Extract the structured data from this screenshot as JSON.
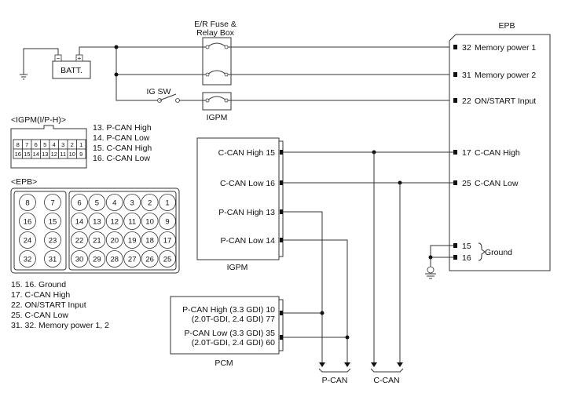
{
  "labels": {
    "fuse_box": [
      "E/R Fuse &",
      "Relay Box"
    ],
    "epb": "EPB",
    "batt": "BATT.",
    "ig_sw": "IG SW",
    "igpm": "IGPM",
    "igpm_module": "IGPM",
    "pcm": "PCM",
    "ground": "Ground",
    "pcan_bus": "P-CAN",
    "ccan_bus": "C-CAN",
    "minus": "−",
    "plus": "+"
  },
  "epb_pins": [
    {
      "num": "32",
      "name": "Memory power 1"
    },
    {
      "num": "31",
      "name": "Memory power 2"
    },
    {
      "num": "22",
      "name": "ON/START Input"
    },
    {
      "num": "17",
      "name": "C-CAN High"
    },
    {
      "num": "25",
      "name": "C-CAN Low"
    },
    {
      "num": "15",
      "name": ""
    },
    {
      "num": "16",
      "name": ""
    }
  ],
  "igpm_pins": [
    "C-CAN High 15",
    "C-CAN Low 16",
    "P-CAN High 13",
    "P-CAN Low 14"
  ],
  "pcm_pins": [
    [
      "P-CAN High (3.3 GDI) 10",
      "(2.0T-GDI, 2.4 GDI) 77"
    ],
    [
      "P-CAN Low (3.3 GDI) 35",
      "(2.0T-GDI, 2.4 GDI) 60"
    ]
  ],
  "igpm_connector": {
    "title": "<IGPM(I/P-H)>",
    "top_row": [
      "8",
      "7",
      "6",
      "5",
      "4",
      "3",
      "2",
      "1"
    ],
    "bottom_row": [
      "16",
      "15",
      "14",
      "13",
      "12",
      "11",
      "10",
      "9"
    ],
    "legend": [
      "13. P-CAN High",
      "14. P-CAN Low",
      "15. C-CAN High",
      "16. C-CAN Low"
    ]
  },
  "epb_connector": {
    "title": "<EPB>",
    "left_pins": [
      "8",
      "7",
      "16",
      "15",
      "24",
      "23",
      "32",
      "31"
    ],
    "right_pins": [
      "6",
      "5",
      "4",
      "3",
      "2",
      "1",
      "14",
      "13",
      "12",
      "11",
      "10",
      "9",
      "22",
      "21",
      "20",
      "19",
      "18",
      "17",
      "30",
      "29",
      "28",
      "27",
      "26",
      "25"
    ],
    "legend": [
      "15. 16. Ground",
      "17. C-CAN High",
      "22. ON/START Input",
      "25. C-CAN Low",
      "31. 32. Memory power 1, 2"
    ]
  }
}
